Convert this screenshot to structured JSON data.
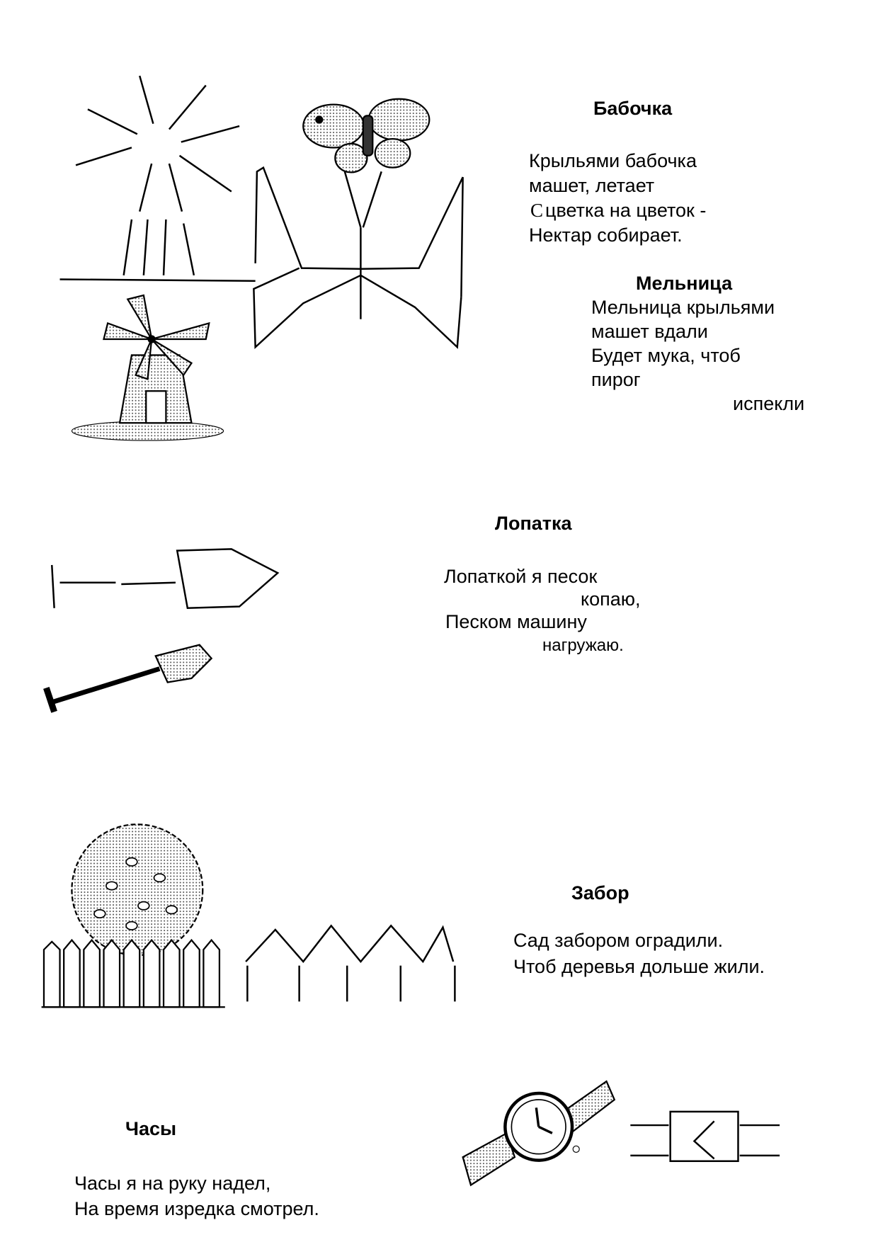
{
  "sections": {
    "butterfly": {
      "title": "Бабочка",
      "lines": [
        "Крыльями бабочка",
        "машет, летает",
        "С",
        "цветка на цветок -",
        "Нектар собирает."
      ]
    },
    "windmill": {
      "title": "Мельница",
      "lines": [
        "Мельница крыльями",
        "машет вдали",
        "Будет мука, чтоб",
        "пирог",
        "испекли"
      ]
    },
    "shovel": {
      "title": "Лопатка",
      "lines": [
        "Лопаткой я песок",
        "копаю,",
        "Песком машину",
        "нагружаю."
      ]
    },
    "fence": {
      "title": "Забор",
      "lines": [
        "Сад забором оградили.",
        "Чтоб деревья дольше жили."
      ]
    },
    "watch": {
      "title": "Часы",
      "lines": [
        "Часы я на руку надел,",
        "На время изредка смотрел."
      ]
    }
  },
  "illustrations": [
    "sun-sticks",
    "windmill-sticks",
    "windmill-picture",
    "butterfly-sticks",
    "butterfly-picture",
    "shovel-sticks",
    "shovel-picture",
    "tree-fence-picture",
    "fence-sticks",
    "wristwatch-picture",
    "watch-sticks"
  ]
}
